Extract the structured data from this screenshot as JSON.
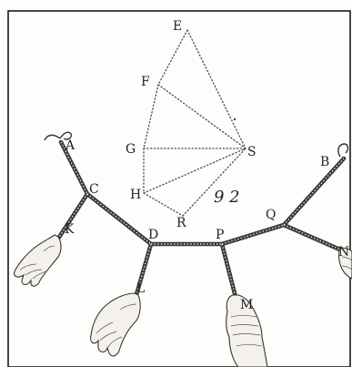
{
  "figure": {
    "number_label": "9 2",
    "points": {
      "A": "A",
      "B": "B",
      "C": "C",
      "D": "D",
      "E": "E",
      "F": "F",
      "G": "G",
      "H": "H",
      "K": "K",
      "L": "L",
      "M": "M",
      "N": "N",
      "P": "P",
      "Q": "Q",
      "R": "R",
      "S": "S"
    }
  },
  "colors": {
    "ink": "#222222",
    "rope": "#3a3a3a",
    "paper": "#fdfdfb"
  }
}
